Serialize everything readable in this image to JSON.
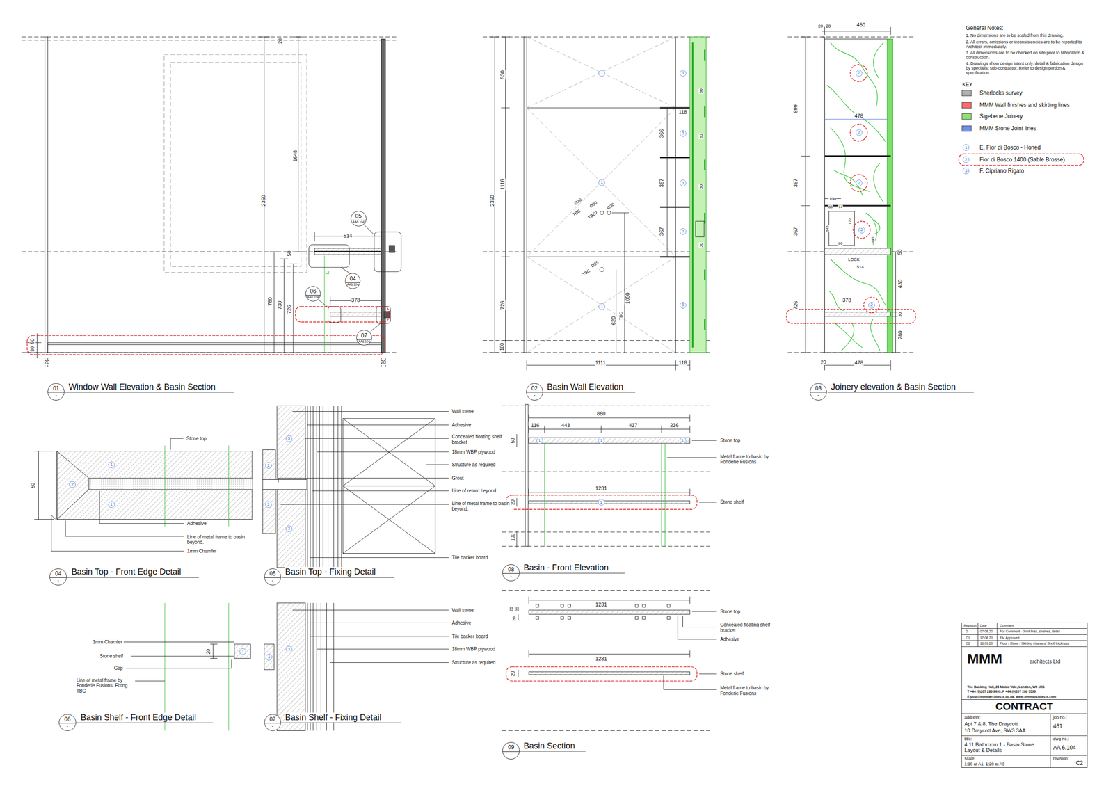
{
  "diagram": {
    "nodes": [
      {
        "text": [
          "05",
          "AA6.104"
        ]
      },
      {
        "text": [
          "04",
          "AA6.104"
        ]
      },
      {
        "text": [
          "06",
          "AA6.104"
        ]
      },
      {
        "text": [
          "07",
          "AA6.104"
        ]
      },
      {
        "text": [
          "01",
          "-"
        ]
      },
      {
        "text": [
          "02",
          "-"
        ]
      },
      {
        "text": [
          "03",
          "-"
        ]
      },
      {
        "text": [
          "04",
          "-"
        ]
      },
      {
        "text": [
          "05",
          "-"
        ]
      },
      {
        "text": [
          "08",
          "-"
        ]
      },
      {
        "text": [
          "06",
          "-"
        ]
      },
      {
        "text": [
          "07",
          "-"
        ]
      },
      {
        "text": [
          "09",
          "-"
        ]
      }
    ],
    "labels": [
      "20",
      "2350",
      "1648",
      "514",
      "50",
      "780",
      "730",
      "726",
      "378",
      "50",
      "80",
      "20",
      "20",
      "Window Wall Elevation & Basin Section",
      "530",
      "1116",
      "2350",
      "726",
      "100",
      "118",
      "366",
      "367",
      "367",
      "30",
      "30",
      "30",
      "30",
      "Ø30",
      "Ø30",
      "Ø30",
      "TBC",
      "TBC",
      "Ø35",
      "TBC",
      "1050",
      "620",
      "TBC",
      "1111",
      "118",
      "1",
      "1",
      "1",
      "3",
      "3",
      "3",
      "3",
      "3",
      "Basin Wall Elevation",
      "20",
      "28",
      "450",
      "899",
      "478",
      "367",
      "100",
      "83",
      "74",
      "145",
      "172",
      "145",
      "86",
      "367",
      "LOCK",
      "514",
      "726",
      "50",
      "430",
      "30",
      "280",
      "378",
      "20",
      "478",
      "2",
      "2",
      "2",
      "2",
      "2",
      "Joinery elevation & Basin Section",
      "Stone top",
      "50",
      "1",
      "2",
      "1",
      "Adhesive",
      "Line of metal frame to basin beyond.",
      "1mm Chamfer",
      "Basin Top - Front Edge Detail",
      "Wall stone",
      "Adhesive",
      "Concealed floating shelf bracket",
      "18mm WBP plywood",
      "Structure as required",
      "Grout",
      "Line of return beyond",
      "Line of metal frame to basin beyond.",
      "Tile backer board",
      "3",
      "1",
      "2",
      "3",
      "Basin Top - Fixing Detail",
      "880",
      "116",
      "443",
      "437",
      "236",
      "50",
      "Stone top",
      "Metal frame to basin by Fonderie Fusions",
      "1231",
      "20",
      "Stone shelf",
      "100",
      "1",
      "1",
      "1",
      "1",
      "Basin - Front Elevation",
      "1mm Chamfer",
      "Stone shelf",
      "Gap",
      "Line of metal frame by Fonderie Fusions. Fixing TBC",
      "20",
      "1",
      "Basin Shelf - Front Edge Detail",
      "Wall stone",
      "Adhesive",
      "Tile backer board",
      "18mm WBP plywood",
      "Structure as required",
      "1",
      "3",
      "Basin Shelf - Fixing Detail",
      "1231",
      "20",
      "20",
      "20",
      "Stone top",
      "Concealed floating shelf bracket",
      "Adhesive",
      "1231",
      "20",
      "Stone shelf",
      "Metal frame to basin by Fonderie Fusions",
      "Basin Section",
      "General Notes:",
      "1. No dimensions are to be scaled from this drawing.",
      "2. All errors, omissions or inconsistencies are to be reported to Architect immediately.",
      "3. All dimensions are to be checked on site prior to fabrication & construction.",
      "4. Drawings show design intent only, detail & fabrication design by specialist sub-contractor. Refer to design portion & specification",
      "KEY",
      "1",
      "2",
      "3",
      "Revision",
      "Date",
      "Comment",
      "2",
      "07.08.20",
      "For Comment - Joint lines, shelves, detail",
      "C1",
      "17.08.20",
      "FM Approved",
      "C2",
      "16.09.20",
      "Floor / Stone / Skirting changes/ Shelf thickness",
      "MMM",
      "architects Ltd",
      "The Banking Hall, 26 Maida Vale, London, W9 1RS",
      "T +44 (0)207 286 9499, F +44 (0)207 286 9599",
      "E post@mmmarchitects.co.uk, www.mmmarchitects.com",
      "CONTRACT",
      "address:",
      "Apt 7 & 8, The Draycott",
      "10 Draycott Ave, SW3 3AA",
      "title:",
      "4.11 Bathroom 1 - Basin Stone Layout & Details",
      "scale:",
      "1:10 at A1, 1:20 at A3",
      "job no.:",
      "461",
      "dwg no.:",
      "AA 6.104",
      "revision:",
      "C2"
    ],
    "legend": [
      {
        "text": "Sherlocks survey",
        "color": "#b0b0b0"
      },
      {
        "text": "MMM Wall finishes and skirting lines",
        "color": "#ff6b6b"
      },
      {
        "text": "Sigebene Joinery",
        "color": "#8fe26f"
      },
      {
        "text": "MMM Stone Joint lines",
        "color": "#6f8ff0"
      },
      {
        "text": "E. Fior di Bosco - Honed"
      },
      {
        "text": "Fior di Bosco 1400 (Sable Brosse)"
      },
      {
        "text": "F. Cipriano Rigato"
      }
    ]
  }
}
